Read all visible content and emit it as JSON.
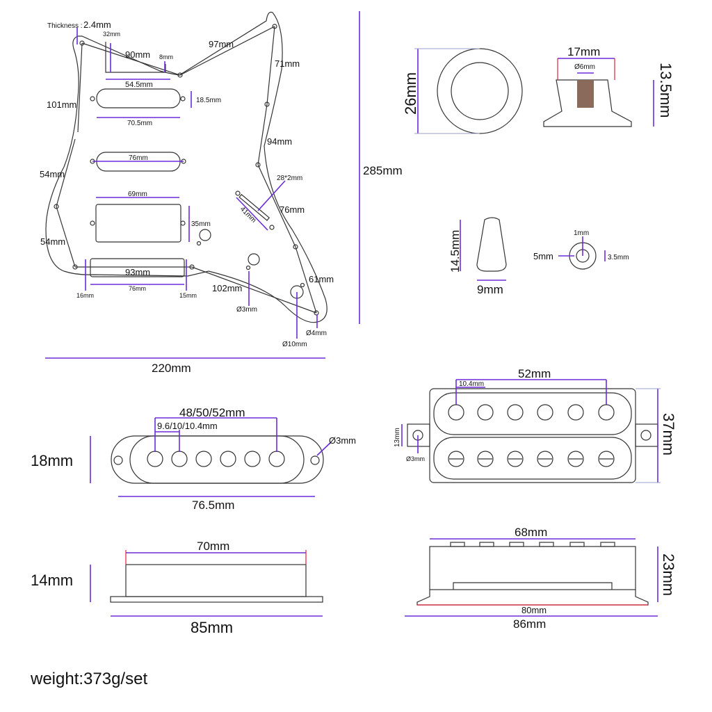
{
  "colors": {
    "dimension": "#6a2bd9",
    "accent": "#e0203a",
    "outline": "#333333"
  },
  "pickguard": {
    "thickness_label": "Thickness :",
    "thickness_value": "2.4mm",
    "d32": "32mm",
    "d90": "90mm",
    "d8": "8mm",
    "d97": "97mm",
    "d71": "71mm",
    "d54_5": "54.5mm",
    "d18_5": "18.5mm",
    "d101": "101mm",
    "d70_5": "70.5mm",
    "d94": "94mm",
    "d76a": "76mm",
    "d54a": "54mm",
    "d28x2": "28*2mm",
    "d285": "285mm",
    "d69": "69mm",
    "d76b": "76mm",
    "d41": "41mm",
    "d35": "35mm",
    "d54b": "54mm",
    "d93": "93mm",
    "d61": "61mm",
    "d102": "102mm",
    "d16": "16mm",
    "d76c": "76mm",
    "d15": "15mm",
    "dia3": "Ø3mm",
    "dia4": "Ø4mm",
    "dia10": "Ø10mm",
    "d220": "220mm"
  },
  "knob": {
    "d26": "26mm",
    "d17": "17mm",
    "dia6": "Ø6mm",
    "d13_5": "13.5mm"
  },
  "switch_tip": {
    "d14_5": "14.5mm",
    "d9": "9mm"
  },
  "washer": {
    "d1": "1mm",
    "d5": "5mm",
    "d3_5": "3.5mm"
  },
  "single_coil": {
    "d48": "48/50/52mm",
    "d9_6": "9.6/10/10.4mm",
    "dia3": "Ø3mm",
    "d18": "18mm",
    "d76_5": "76.5mm",
    "d70": "70mm",
    "d14": "14mm",
    "d85": "85mm"
  },
  "humbucker": {
    "d52": "52mm",
    "d10_4": "10.4mm",
    "d13": "13mm",
    "dia3": "Ø3mm",
    "d37": "37mm",
    "d68": "68mm",
    "d23": "23mm",
    "d80": "80mm",
    "d86": "86mm"
  },
  "footer": {
    "weight": "weight:373g/set"
  }
}
